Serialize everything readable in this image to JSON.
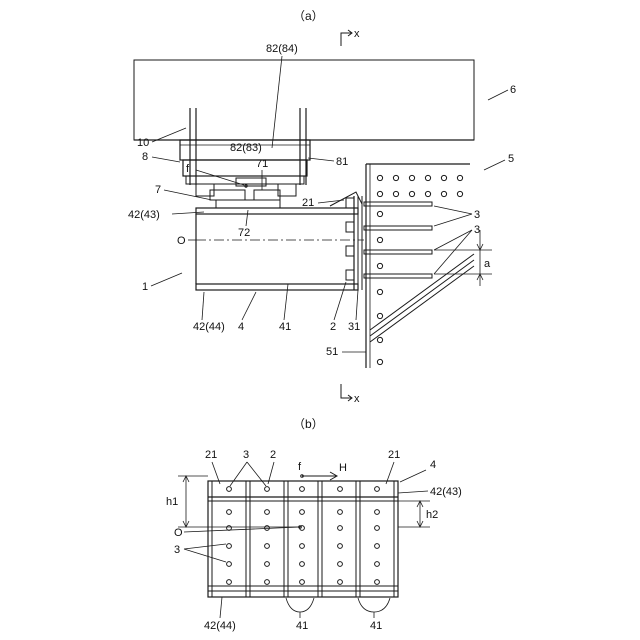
{
  "figure_a": {
    "title": "（a）",
    "labels": {
      "l82_84": "82(84)",
      "l6": "6",
      "l10": "10",
      "l8": "8",
      "l82_83": "82(83)",
      "l71": "71",
      "l81": "81",
      "lf": "f",
      "l5": "5",
      "l7": "7",
      "l21": "21",
      "l3a": "3",
      "l3b": "3",
      "l42_43": "42(43)",
      "l72": "72",
      "lO": "O",
      "la": "a",
      "l1": "1",
      "l42_44": "42(44)",
      "l4": "4",
      "l41": "41",
      "l2": "2",
      "l31": "31",
      "l51": "51",
      "axis_top_x": "x",
      "axis_bottom_x": "x"
    }
  },
  "figure_b": {
    "title": "（b）",
    "labels": {
      "l21a": "21",
      "l3": "3",
      "l2": "2",
      "lf": "f",
      "lH": "H",
      "l21b": "21",
      "l4": "4",
      "lh1": "h1",
      "l42_43": "42(43)",
      "lh2": "h2",
      "lO": "O",
      "l3b": "3",
      "l42_44": "42(44)",
      "l41a": "41",
      "l41b": "41"
    }
  },
  "colors": {
    "line": "#1a1a1a",
    "background": "#ffffff"
  }
}
